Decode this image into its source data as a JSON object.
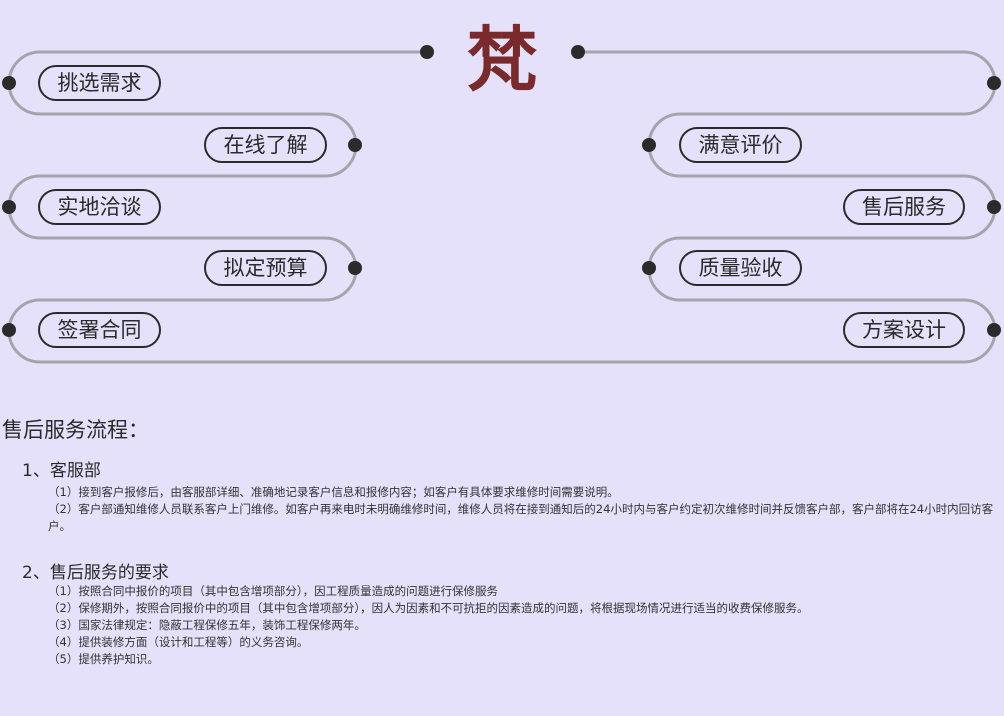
{
  "logo": {
    "text": "梵"
  },
  "process": {
    "steps": [
      "挑选需求",
      "在线了解",
      "实地洽谈",
      "拟定预算",
      "签署合同",
      "方案设计",
      "质量验收",
      "售后服务",
      "满意评价"
    ]
  },
  "colors": {
    "background": "#e6e1fb",
    "track": "#a6a4ab",
    "dot": "#2b2b2b",
    "logo": "#7a2a2a"
  },
  "content": {
    "title": "售后服务流程：",
    "sections": [
      {
        "heading": "1、客服部",
        "lines": [
          "（1）接到客户报修后，由客服部详细、准确地记录客户信息和报修内容；如客户有具体要求维修时间需要说明。",
          "（2）客户部通知维修人员联系客户上门维修。如客户再来电时未明确维修时间，维修人员将在接到通知后的24小时内与客户约定初次维修时间并反馈客户部，客户部将在24小时内回访客户。"
        ]
      },
      {
        "heading": "2、售后服务的要求",
        "lines": [
          "（1）按照合同中报价的项目（其中包含增项部分），因工程质量造成的问题进行保修服务",
          "（2）保修期外，按照合同报价中的项目（其中包含增项部分），因人为因素和不可抗拒的因素造成的问题，将根据现场情况进行适当的收费保修服务。",
          "（3）国家法律规定：隐蔽工程保修五年，装饰工程保修两年。",
          "（4）提供装修方面（设计和工程等）的义务咨询。",
          "（5）提供养护知识。"
        ]
      }
    ]
  }
}
